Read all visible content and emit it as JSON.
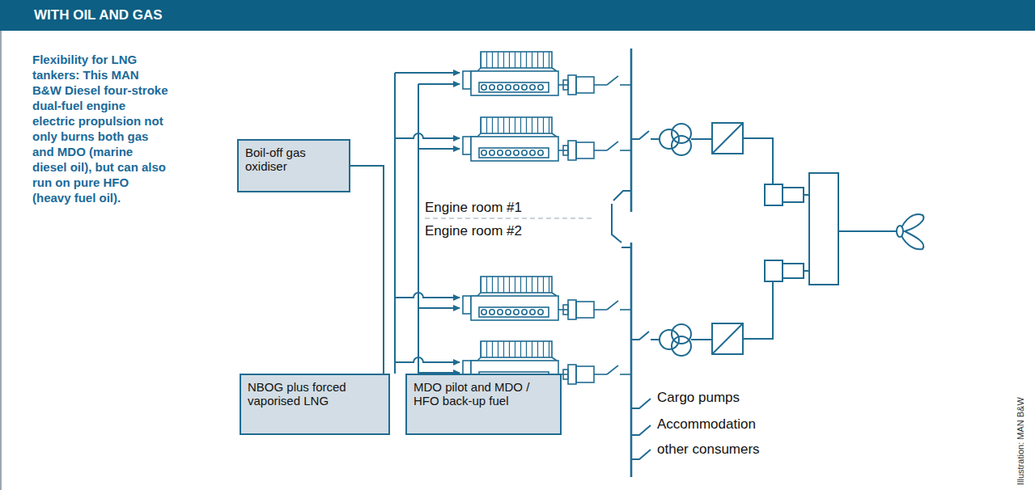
{
  "diagram": {
    "title": "WITH OIL AND GAS",
    "caption": "Flexibility for LNG tankers: This MAN B&W Diesel four-stroke dual-fuel engine electric propulsion not only burns both gas and MDO (marine diesel oil), but can also run on pure HFO (heavy fuel oil).",
    "nodes": [
      {
        "text": [
          "Boil-off gas oxidiser"
        ]
      },
      {
        "text": [
          "NBOG plus forced vaporised LNG"
        ]
      },
      {
        "text": [
          "MDO pilot and MDO / HFO back-up fuel"
        ]
      }
    ],
    "edges": [
      {
        "from": 1,
        "to": 0,
        "arrow": "none"
      }
    ],
    "labels": [
      "Engine room #1",
      "Engine room #2",
      "Cargo pumps",
      "Accommodation",
      "other consumers",
      "Illustration: MAN B&W"
    ]
  }
}
